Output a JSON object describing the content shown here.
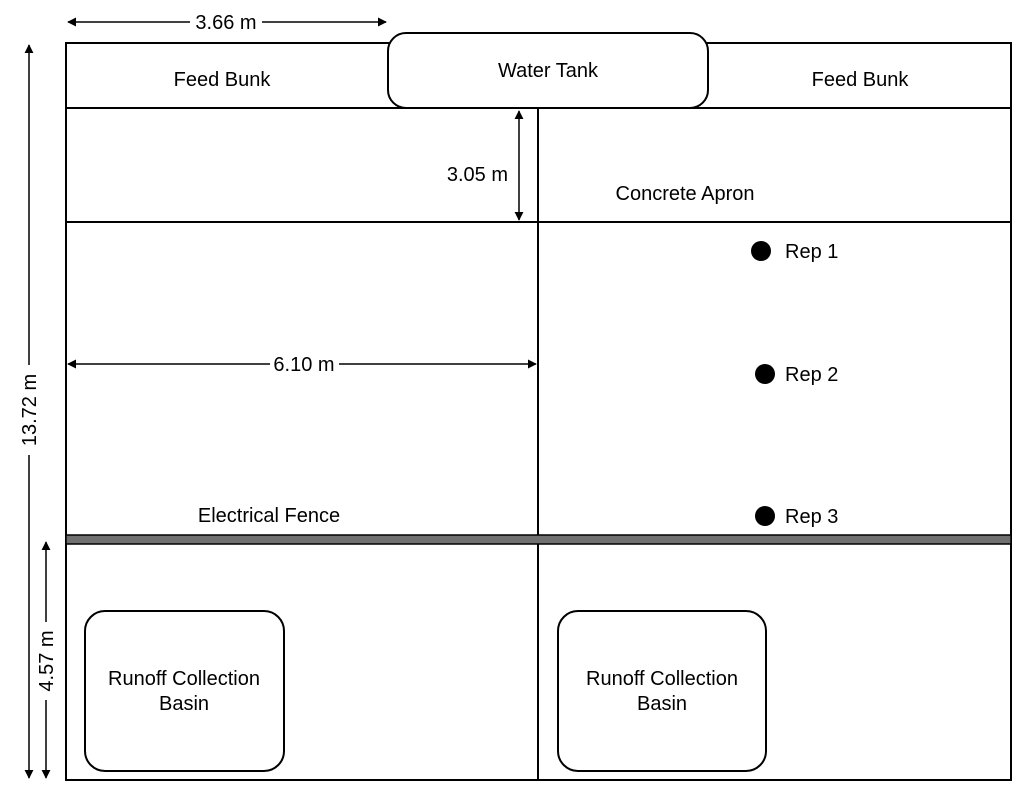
{
  "labels": {
    "feed_bunk_left": "Feed Bunk",
    "water_tank": "Water Tank",
    "feed_bunk_right": "Feed Bunk",
    "concrete_apron": "Concrete Apron",
    "electrical_fence": "Electrical Fence",
    "rep_1": "Rep 1",
    "rep_2": "Rep 2",
    "rep_3": "Rep 3",
    "basin_left_line1": "Runoff Collection",
    "basin_left_line2": "Basin",
    "basin_right_line1": "Runoff Collection",
    "basin_right_line2": "Basin"
  },
  "dimensions": {
    "top_width": "3.66 m",
    "apron_depth": "3.05 m",
    "pen_width": "6.10 m",
    "total_length": "13.72 m",
    "lower_length": "4.57 m"
  },
  "colors": {
    "line": "#000000",
    "fence": "#707070",
    "background": "#ffffff"
  }
}
